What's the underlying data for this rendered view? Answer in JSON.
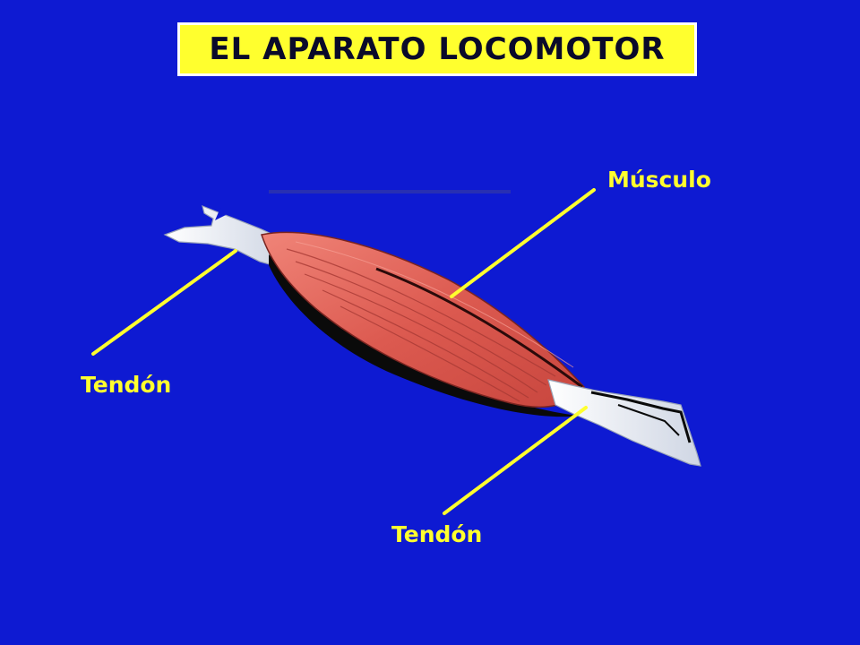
{
  "title": "EL APARATO LOCOMOTOR",
  "labels": {
    "musculo": "Músculo",
    "tendon_left": "Tendón",
    "tendon_bottom": "Tendón"
  },
  "colors": {
    "background": "#0e1ad2",
    "title_box": "#ffff2e",
    "label_text": "#ffff2e",
    "leader_line": "#ffff2e",
    "muscle": "#e0645a",
    "tendon": "#e8ecf2"
  }
}
